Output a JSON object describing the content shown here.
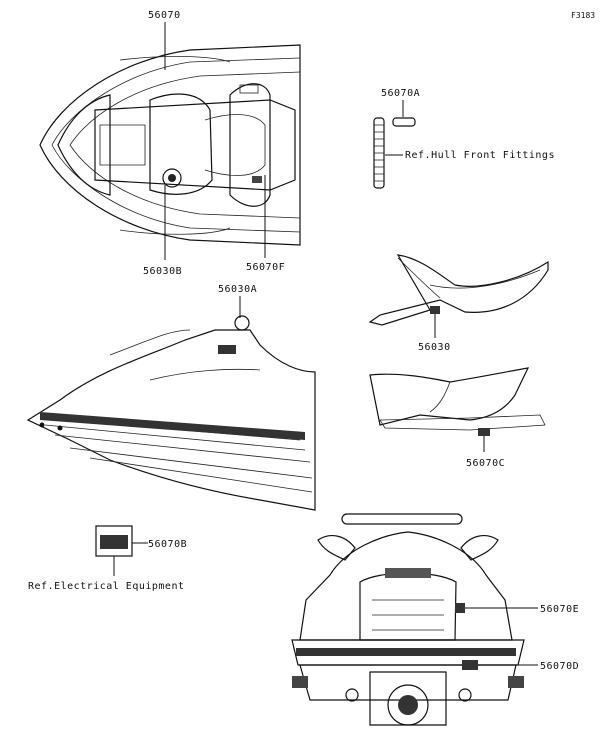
{
  "figure_code": "F3183",
  "labels": {
    "l_56070": "56070",
    "l_56070A": "56070A",
    "l_ref_hull": "Ref.Hull Front Fittings",
    "l_56030B": "56030B",
    "l_56070F": "56070F",
    "l_56030A": "56030A",
    "l_56030": "56030",
    "l_56070C": "56070C",
    "l_56070B": "56070B",
    "l_ref_elec": "Ref.Electrical Equipment",
    "l_56070E": "56070E",
    "l_56070D": "56070D"
  }
}
